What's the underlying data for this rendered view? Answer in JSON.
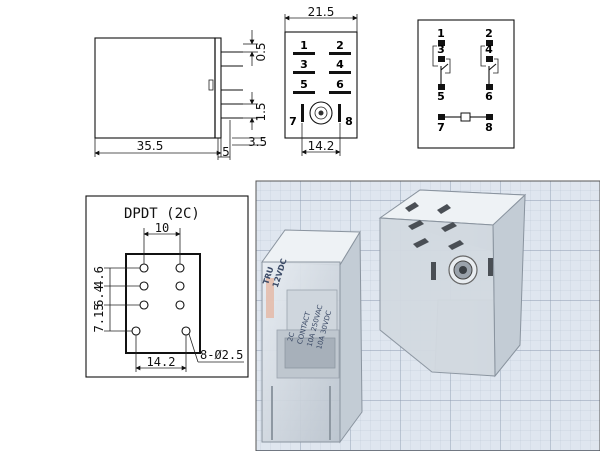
{
  "side_view": {
    "dim_height_top": "0.5",
    "dim_pin": "1.5",
    "dim_length": "35.5",
    "dim_pin_len": "5",
    "dim_offset": "3.5"
  },
  "top_view": {
    "dim_width": "21.5",
    "dim_bottom": "14.2",
    "pins": [
      "1",
      "2",
      "3",
      "4",
      "5",
      "6",
      "7",
      "8"
    ]
  },
  "schematic": {
    "pins": [
      "1",
      "2",
      "3",
      "4",
      "5",
      "6",
      "7",
      "8"
    ]
  },
  "footprint": {
    "title": "DPDT (2C)",
    "dim_top": "10",
    "dim_left_1": "4.6",
    "dim_left_2": "6.4",
    "dim_left_3": "7.15",
    "dim_bottom": "14.2",
    "hole_note": "8-Ø2.5"
  },
  "photo": {
    "label_lines": [
      "TRU",
      "12VDC",
      "2C",
      "CONTACT",
      "10A 250VAC",
      "10A 30VDC"
    ]
  }
}
